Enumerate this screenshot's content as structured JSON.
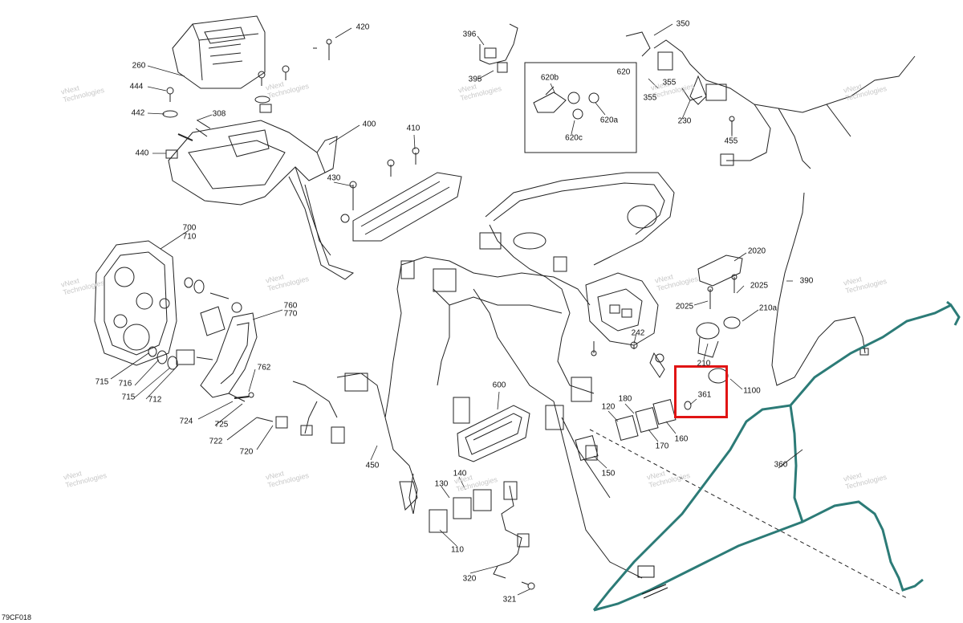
{
  "diagram": {
    "code": "79CF018",
    "watermark": {
      "line1": "vNext",
      "line2": "Technologies"
    },
    "highlight_color": "#e01414",
    "wire_accent_color": "#2c7b77",
    "callouts": {
      "c420": "420",
      "c260": "260",
      "c444": "444",
      "c442": "442",
      "c440": "440",
      "c308": "308",
      "c400": "400",
      "c410": "410",
      "c430": "430",
      "c396": "396",
      "c395": "395",
      "c620b": "620b",
      "c620": "620",
      "c620a": "620a",
      "c620c": "620c",
      "c350": "350",
      "c355a": "355",
      "c355b": "355",
      "c230": "230",
      "c455": "455",
      "c700": "700",
      "c710": "710",
      "c760": "760",
      "c770": "770",
      "c715a": "715",
      "c716": "716",
      "c715b": "715",
      "c712": "712",
      "c762": "762",
      "c724": "724",
      "c725": "725",
      "c722": "722",
      "c720": "720",
      "c2020": "2020",
      "c2025a": "2025",
      "c2025b": "2025",
      "c390": "390",
      "c210a": "210a",
      "c242": "242",
      "c210": "210",
      "c1100": "1100",
      "c361": "361",
      "c600": "600",
      "c180": "180",
      "c120": "120",
      "c160": "160",
      "c170": "170",
      "c150": "150",
      "c450": "450",
      "c140": "140",
      "c130": "130",
      "c110": "110",
      "c360": "360",
      "c320": "320",
      "c321": "321"
    }
  }
}
